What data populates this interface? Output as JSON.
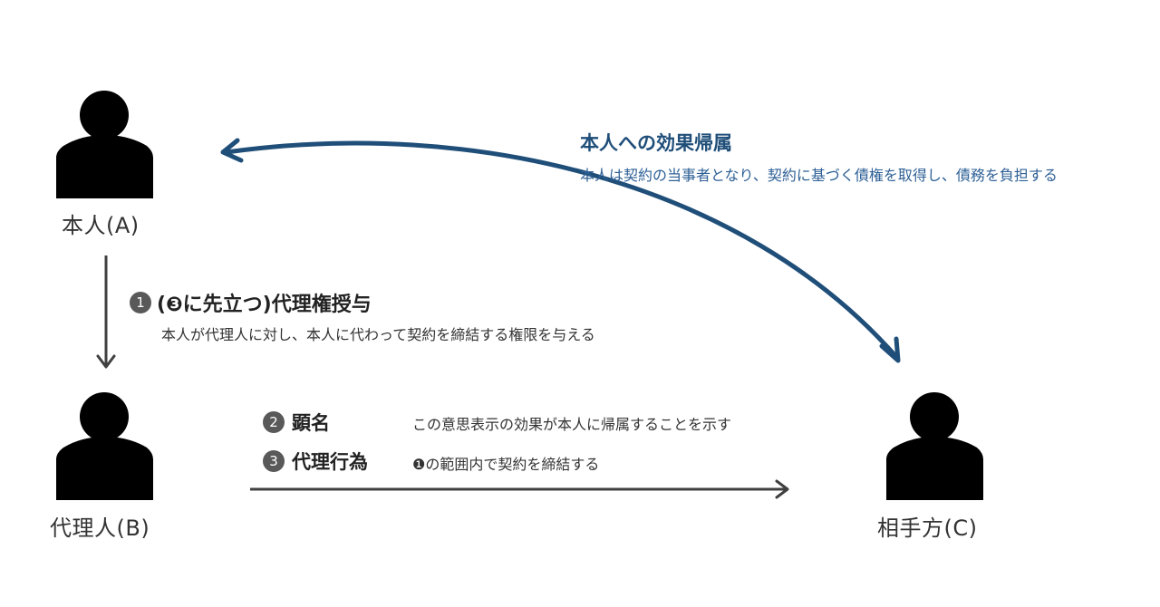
{
  "colors": {
    "blue_arrow": "#1f4e79",
    "blue_title": "#1f4e79",
    "blue_text": "#2e6096",
    "gray_arrow": "#404040",
    "badge": "#595959",
    "person_icon": "#000000"
  },
  "people": {
    "principal": {
      "label": "本人(A)",
      "icon": "person-icon"
    },
    "agent": {
      "label": "代理人(B)",
      "icon": "person-icon"
    },
    "counterparty": {
      "label": "相手方(C)",
      "icon": "person-icon"
    }
  },
  "effect": {
    "title": "本人への効果帰属",
    "description": "本人は契約の当事者となり、契約に基づく債権を取得し、債務を負担する"
  },
  "steps": [
    {
      "number": "1",
      "title": "(❸に先立つ)代理権授与",
      "description": "本人が代理人に対し、本人に代わって契約を締結する権限を与える"
    },
    {
      "number": "2",
      "title": "顕名",
      "description": "この意思表示の効果が本人に帰属することを示す"
    },
    {
      "number": "3",
      "title": "代理行為",
      "description": "❶の範囲内で契約を締結する"
    }
  ]
}
